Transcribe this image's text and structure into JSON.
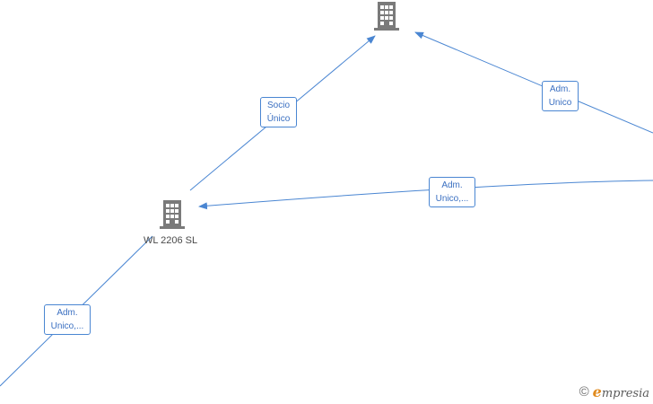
{
  "nodes": {
    "top_company": {
      "caption": "",
      "icon": "building-icon"
    },
    "wl_company": {
      "caption": "WL 2206  SL",
      "icon": "building-icon"
    }
  },
  "edges": {
    "socio_unico": {
      "line1": "Socio",
      "line2": "Único"
    },
    "adm_unico_top": {
      "line1": "Adm.",
      "line2": "Unico"
    },
    "adm_unico_mid": {
      "line1": "Adm.",
      "line2": "Unico,..."
    },
    "adm_unico_bottom": {
      "line1": "Adm.",
      "line2": "Unico,..."
    }
  },
  "watermark": {
    "copyright": "©",
    "brand_initial": "e",
    "brand_rest": "mpresia"
  },
  "colors": {
    "edge": "#4a86d2",
    "label_text": "#3a6fc1",
    "icon": "#7a7a7a"
  }
}
